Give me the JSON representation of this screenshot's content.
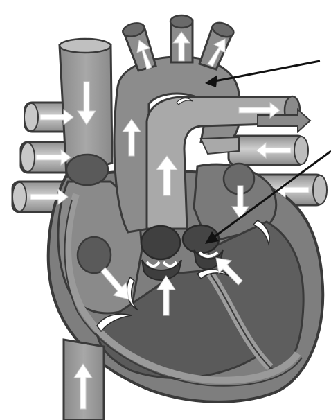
{
  "diagram": {
    "parts": [
      "superior-vena-cava",
      "inferior-vena-cava",
      "aorta",
      "aortic-arch-branches",
      "pulmonary-artery",
      "pulmonary-veins-left",
      "pulmonary-veins-right",
      "right-atrium",
      "left-atrium",
      "right-ventricle",
      "left-ventricle",
      "septum",
      "tricuspid-valve",
      "mitral-valve",
      "aortic-valve",
      "pulmonary-valve"
    ],
    "pointers": [
      "pointer-to-aorta",
      "pointer-to-valve"
    ],
    "flow_arrows": "white",
    "colors": {
      "outline": "#3a3a3a",
      "heart_wall": "#808080",
      "ventricle_dark": "#5f5f5f",
      "vessel_light": "#b5b5b5",
      "vessel_mid": "#9a9a9a",
      "valve_dark": "#454545",
      "arrow_fill": "#ffffff"
    }
  }
}
